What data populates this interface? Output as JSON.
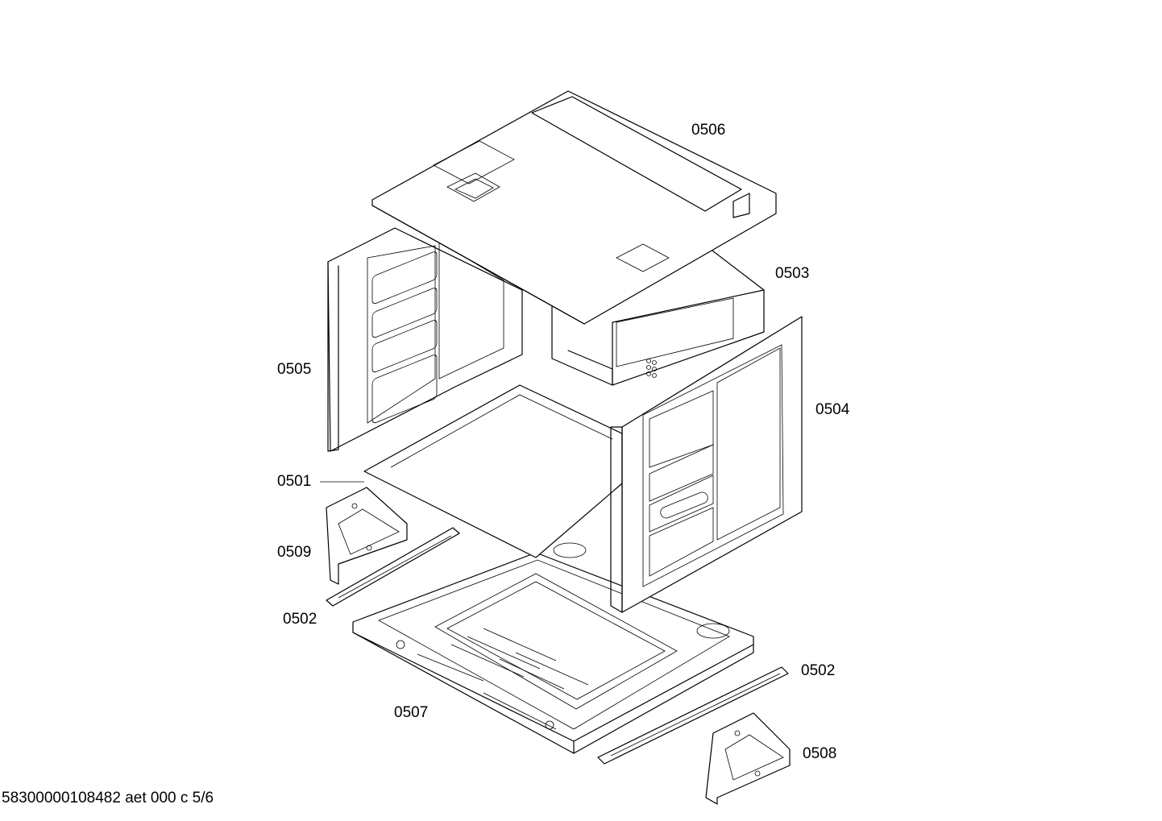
{
  "diagram": {
    "part_labels": [
      {
        "id": "top-panel",
        "text": "0506"
      },
      {
        "id": "back-panel",
        "text": "0503"
      },
      {
        "id": "left-side-panel",
        "text": "0505"
      },
      {
        "id": "right-side-panel",
        "text": "0504"
      },
      {
        "id": "floor-plate",
        "text": "0501"
      },
      {
        "id": "left-bracket",
        "text": "0509"
      },
      {
        "id": "left-rail",
        "text": "0502"
      },
      {
        "id": "right-rail",
        "text": "0502"
      },
      {
        "id": "base-tray",
        "text": "0507"
      },
      {
        "id": "right-bracket",
        "text": "0508"
      }
    ]
  },
  "footer": {
    "doc_code": "58300000108482 aet 000 c 5/6"
  }
}
